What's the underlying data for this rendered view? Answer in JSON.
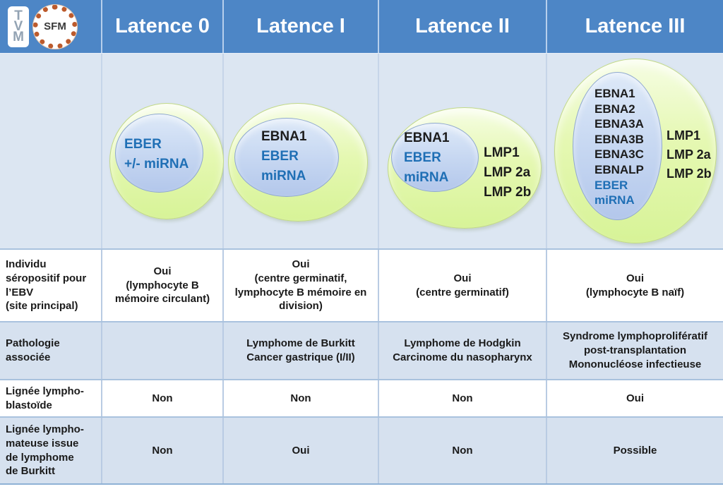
{
  "header": {
    "logos": {
      "tvm_letters": [
        "T",
        "V",
        "M"
      ],
      "sfm_label": "SFM"
    },
    "columns": [
      "Latence 0",
      "Latence I",
      "Latence II",
      "Latence III"
    ]
  },
  "colors": {
    "header_blue": "#4d86c6",
    "band_background": "#dce6f2",
    "row_light_blue": "#d6e1ef",
    "cytoplasm_green": "#ddf49e",
    "nucleus_blue": "#bfd1ef",
    "viral_rna_text_blue": "#1f6fb5",
    "text_black": "#1a1a1a"
  },
  "diagrams": [
    {
      "column": "Latence 0",
      "nucleus_lines": [
        {
          "text": "EBER",
          "color": "blue"
        },
        {
          "text": "+/- miRNA",
          "color": "blue"
        }
      ],
      "cytoplasm_lines": []
    },
    {
      "column": "Latence I",
      "nucleus_lines": [
        {
          "text": "EBNA1",
          "color": "black"
        },
        {
          "text": "EBER",
          "color": "blue"
        },
        {
          "text": "miRNA",
          "color": "blue"
        }
      ],
      "cytoplasm_lines": []
    },
    {
      "column": "Latence II",
      "nucleus_lines": [
        {
          "text": "EBNA1",
          "color": "black"
        },
        {
          "text": "EBER",
          "color": "blue"
        },
        {
          "text": "miRNA",
          "color": "blue"
        }
      ],
      "cytoplasm_lines": [
        {
          "text": "LMP1"
        },
        {
          "text": "LMP 2a"
        },
        {
          "text": "LMP 2b"
        }
      ]
    },
    {
      "column": "Latence III",
      "nucleus_lines": [
        {
          "text": "EBNA1",
          "color": "black"
        },
        {
          "text": "EBNA2",
          "color": "black"
        },
        {
          "text": "EBNA3A",
          "color": "black"
        },
        {
          "text": "EBNA3B",
          "color": "black"
        },
        {
          "text": "EBNA3C",
          "color": "black"
        },
        {
          "text": "EBNALP",
          "color": "black"
        },
        {
          "text": "EBER",
          "color": "blue"
        },
        {
          "text": "miRNA",
          "color": "blue"
        }
      ],
      "cytoplasm_lines": [
        {
          "text": "LMP1"
        },
        {
          "text": "LMP 2a"
        },
        {
          "text": "LMP 2b"
        }
      ]
    }
  ],
  "table": {
    "rows": [
      {
        "label": "Individu\nséropositif pour\nl’EBV\n(site principal)",
        "cells": [
          "Oui\n(lymphocyte B\nmémoire circulant)",
          "Oui\n(centre germinatif,\nlymphocyte B mémoire en\ndivision)",
          "Oui\n(centre germinatif)",
          "Oui\n(lymphocyte B naïf)"
        ]
      },
      {
        "label": "Pathologie\nassociée",
        "cells": [
          "",
          "Lymphome de Burkitt\nCancer gastrique (I/II)",
          "Lymphome de Hodgkin\nCarcinome du nasopharynx",
          "Syndrome lymphoprolifératif\npost-transplantation\nMononucléose infectieuse"
        ]
      },
      {
        "label": "Lignée lympho-\nblastoïde",
        "cells": [
          "Non",
          "Non",
          "Non",
          "Oui"
        ]
      },
      {
        "label": "Lignée lympho-\nmateuse issue\nde  lymphome\nde Burkitt",
        "cells": [
          "Non",
          "Oui",
          "Non",
          "Possible"
        ]
      }
    ]
  }
}
